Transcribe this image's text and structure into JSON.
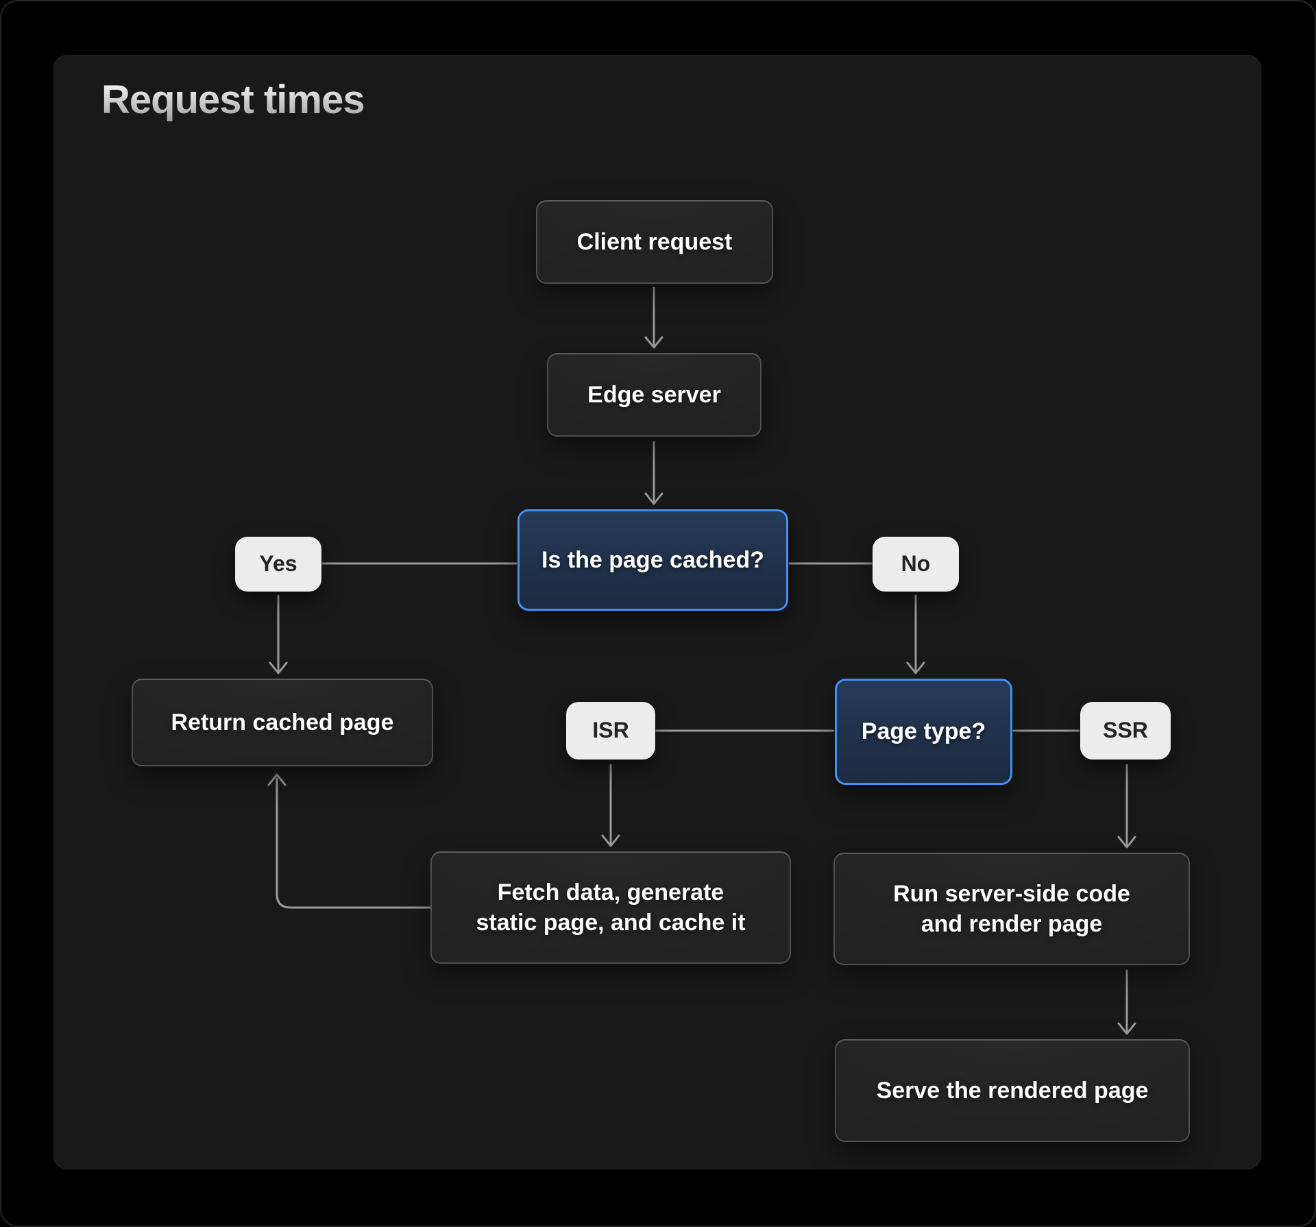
{
  "page": {
    "title": "Request times"
  },
  "diagram": {
    "nodes": {
      "client_request": {
        "label": "Client request",
        "type": "process"
      },
      "edge_server": {
        "label": "Edge server",
        "type": "process"
      },
      "is_page_cached": {
        "label": "Is the page cached?",
        "type": "decision"
      },
      "yes": {
        "label": "Yes",
        "type": "branch-label"
      },
      "no": {
        "label": "No",
        "type": "branch-label"
      },
      "return_cached_page": {
        "label": "Return cached page",
        "type": "process"
      },
      "page_type": {
        "label": "Page type?",
        "type": "decision"
      },
      "isr": {
        "label": "ISR",
        "type": "branch-label"
      },
      "ssr": {
        "label": "SSR",
        "type": "branch-label"
      },
      "fetch_generate_cache": {
        "label": "Fetch data, generate\nstatic page, and cache it",
        "type": "process"
      },
      "run_server_side": {
        "label": "Run server-side code\nand render page",
        "type": "process"
      },
      "serve_rendered_page": {
        "label": "Serve the rendered page",
        "type": "process"
      }
    },
    "edges": [
      {
        "from": "client_request",
        "to": "edge_server",
        "arrow": true
      },
      {
        "from": "edge_server",
        "to": "is_page_cached",
        "arrow": true
      },
      {
        "from": "is_page_cached",
        "to": "yes",
        "arrow": false
      },
      {
        "from": "is_page_cached",
        "to": "no",
        "arrow": false
      },
      {
        "from": "yes",
        "to": "return_cached_page",
        "arrow": true
      },
      {
        "from": "no",
        "to": "page_type",
        "arrow": true
      },
      {
        "from": "page_type",
        "to": "isr",
        "arrow": false
      },
      {
        "from": "page_type",
        "to": "ssr",
        "arrow": false
      },
      {
        "from": "isr",
        "to": "fetch_generate_cache",
        "arrow": true
      },
      {
        "from": "ssr",
        "to": "run_server_side",
        "arrow": true
      },
      {
        "from": "run_server_side",
        "to": "serve_rendered_page",
        "arrow": true
      },
      {
        "from": "fetch_generate_cache",
        "to": "return_cached_page",
        "arrow": true
      }
    ],
    "colors": {
      "background": "#000000",
      "panel": "#191919",
      "node_fill": "#222222",
      "node_border": "#4f4f4f",
      "decision_fill": "#223450",
      "decision_border": "#4191f4",
      "label_bg": "#ececec",
      "label_text": "#242424",
      "connector": "#9b9b9b",
      "node_text": "#ffffff"
    }
  }
}
